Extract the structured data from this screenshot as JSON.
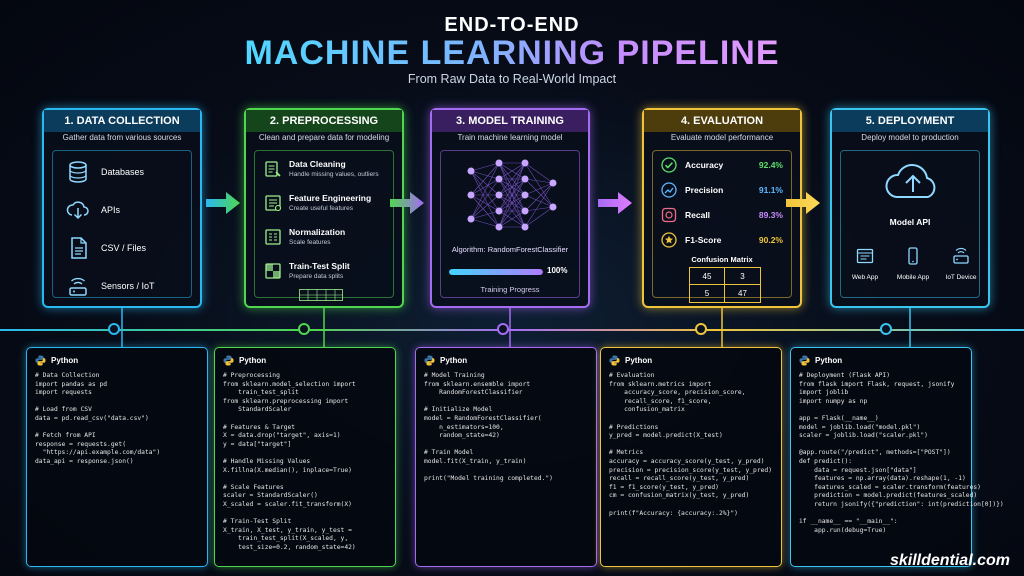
{
  "header": {
    "line1": "END-TO-END",
    "line2": "MACHINE LEARNING PIPELINE",
    "subtitle": "From Raw Data to Real-World Impact"
  },
  "colors": {
    "collection": "#2ab8f0",
    "preprocessing": "#4fd64f",
    "training": "#a66bf5",
    "evaluation": "#f0c43a",
    "deployment": "#3ac4f0"
  },
  "stages": {
    "collection": {
      "title": "1. DATA COLLECTION",
      "desc": "Gather data from various sources",
      "sources": [
        {
          "label": "Databases",
          "icon": "database-icon"
        },
        {
          "label": "APIs",
          "icon": "cloud-download-icon"
        },
        {
          "label": "CSV / Files",
          "icon": "file-icon"
        },
        {
          "label": "Sensors / IoT",
          "icon": "sensor-icon"
        }
      ]
    },
    "preprocessing": {
      "title": "2. PREPROCESSING",
      "desc": "Clean and prepare data for modeling",
      "steps": [
        {
          "title": "Data Cleaning",
          "desc": "Handle missing values, outliers",
          "icon": "clean-icon"
        },
        {
          "title": "Feature Engineering",
          "desc": "Create useful features",
          "icon": "feature-icon"
        },
        {
          "title": "Normalization",
          "desc": "Scale features",
          "icon": "scale-icon"
        },
        {
          "title": "Train-Test Split",
          "desc": "Prepare data splits",
          "icon": "split-icon"
        }
      ]
    },
    "training": {
      "title": "3. MODEL TRAINING",
      "desc": "Train machine learning model",
      "algorithm": "Algorithm: RandomForestClassifier",
      "progress_label": "100%",
      "progress_value": 1.0,
      "progress_caption": "Training Progress"
    },
    "evaluation": {
      "title": "4. EVALUATION",
      "desc": "Evaluate model performance",
      "metrics": [
        {
          "label": "Accuracy",
          "value": "92.4%",
          "icon": "check-icon"
        },
        {
          "label": "Precision",
          "value": "91.1%",
          "icon": "trend-icon"
        },
        {
          "label": "Recall",
          "value": "89.3%",
          "icon": "recall-icon"
        },
        {
          "label": "F1-Score",
          "value": "90.2%",
          "icon": "star-icon"
        }
      ],
      "confusion_title": "Confusion Matrix",
      "confusion": [
        "45",
        "3",
        "5",
        "47"
      ]
    },
    "deployment": {
      "title": "5. DEPLOYMENT",
      "desc": "Deploy model to production",
      "api_label": "Model API",
      "targets": [
        {
          "label": "Web App",
          "icon": "web-app-icon"
        },
        {
          "label": "Mobile App",
          "icon": "mobile-icon"
        },
        {
          "label": "IoT Device",
          "icon": "iot-icon"
        }
      ]
    }
  },
  "code": {
    "lang": "Python",
    "collection": "# Data Collection\nimport pandas as pd\nimport requests\n\n# Load from CSV\ndata = pd.read_csv(\"data.csv\")\n\n# Fetch from API\nresponse = requests.get(\n  \"https://api.example.com/data\")\ndata_api = response.json()",
    "preprocessing": "# Preprocessing\nfrom sklearn.model_selection import\n    train_test_split\nfrom sklearn.preprocessing import\n    StandardScaler\n\n# Features & Target\nX = data.drop(\"target\", axis=1)\ny = data[\"target\"]\n\n# Handle Missing Values\nX.fillna(X.median(), inplace=True)\n\n# Scale Features\nscaler = StandardScaler()\nX_scaled = scaler.fit_transform(X)\n\n# Train-Test Split\nX_train, X_test, y_train, y_test =\n    train_test_split(X_scaled, y,\n    test_size=0.2, random_state=42)",
    "training": "# Model Training\nfrom sklearn.ensemble import\n    RandomForestClassifier\n\n# Initialize Model\nmodel = RandomForestClassifier(\n    n_estimators=100,\n    random_state=42)\n\n# Train Model\nmodel.fit(X_train, y_train)\n\nprint(\"Model training completed.\")",
    "evaluation": "# Evaluation\nfrom sklearn.metrics import\n    accuracy_score, precision_score,\n    recall_score, f1_score,\n    confusion_matrix\n\n# Predictions\ny_pred = model.predict(X_test)\n\n# Metrics\naccuracy = accuracy_score(y_test, y_pred)\nprecision = precision_score(y_test, y_pred)\nrecall = recall_score(y_test, y_pred)\nf1 = f1_score(y_test, y_pred)\ncm = confusion_matrix(y_test, y_pred)\n\nprint(f\"Accuracy: {accuracy:.2%}\")",
    "deployment": "# Deployment (Flask API)\nfrom flask import Flask, request, jsonify\nimport joblib\nimport numpy as np\n\napp = Flask(__name__)\nmodel = joblib.load(\"model.pkl\")\nscaler = joblib.load(\"scaler.pkl\")\n\n@app.route(\"/predict\", methods=[\"POST\"])\ndef predict():\n    data = request.json[\"data\"]\n    features = np.array(data).reshape(1, -1)\n    features_scaled = scaler.transform(features)\n    prediction = model.predict(features_scaled)\n    return jsonify({\"prediction\": int(prediction[0])})\n\nif __name__ == \"__main__\":\n    app.run(debug=True)"
  },
  "watermark": "skilldential.com"
}
